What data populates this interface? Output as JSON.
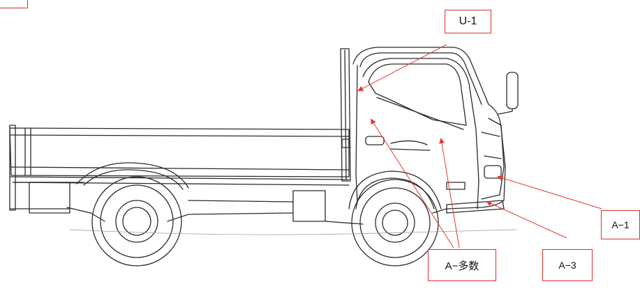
{
  "callouts": {
    "u1": "U-1",
    "a1": "A−1",
    "a_many": "A−多数",
    "a3": "A−3"
  },
  "colors": {
    "callout_border": "#d9302c",
    "leader_line": "#e03a33",
    "drawing_line": "#2a2a2a"
  }
}
